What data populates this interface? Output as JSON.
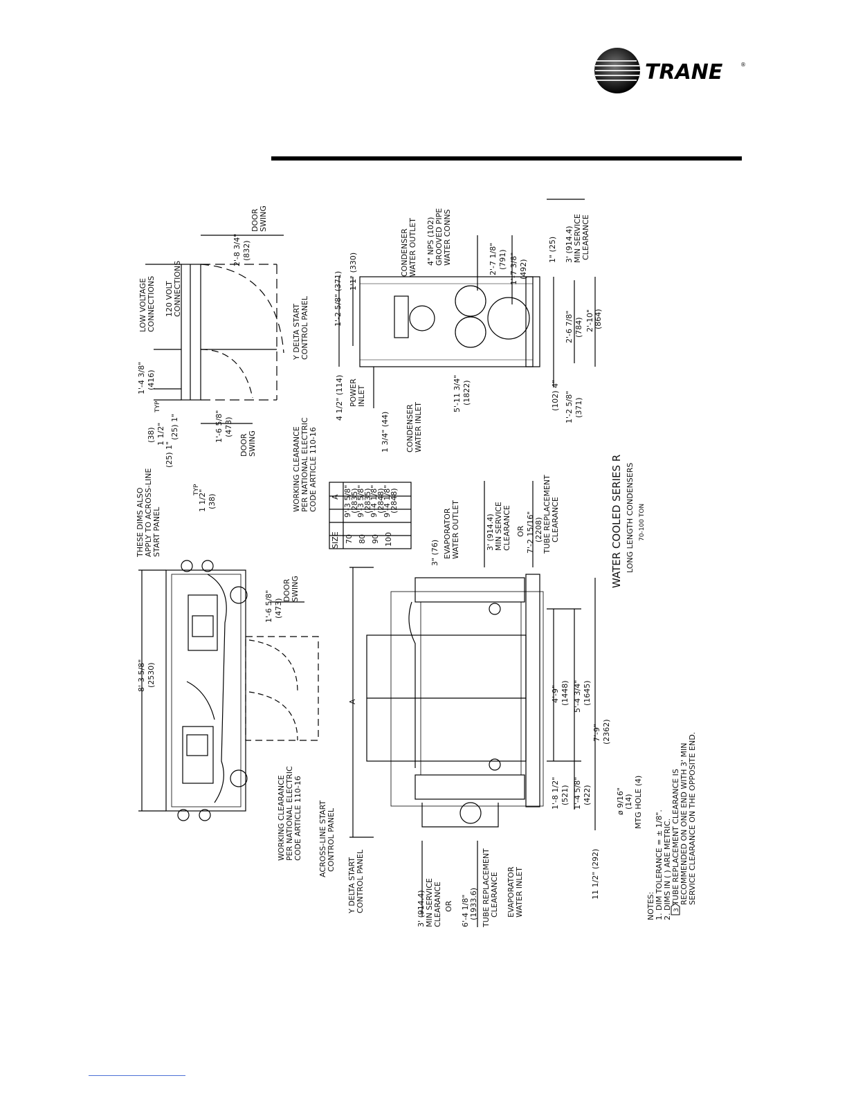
{
  "brand": {
    "logo_text": "TRANE",
    "trademark": "®"
  },
  "title": {
    "main": "WATER COOLED SERIES R",
    "sub1": "LONG LENGTH CONDENSERS",
    "sub2": "70-100 TON"
  },
  "notes": {
    "heading": "NOTES:",
    "items": [
      "1.  DIM TOLERANCE = ± 1/8\".",
      "2.  DIMS IN ( ) ARE METRIC.",
      "TUBE REPLACEMENT CLEARANCE IS",
      "RECOMMENDED ON ONE END WITH 3' MIN",
      "SERVICE CLEARANCE ON THE OPPOSITE END."
    ],
    "flag": "3"
  },
  "size_table": {
    "headers": [
      "SIZE",
      "A"
    ],
    "rows": [
      [
        "70",
        "9'-3 5/8\"",
        "(2835)"
      ],
      [
        "80",
        "9'-3 5/8\"",
        "(2835)"
      ],
      [
        "90",
        "9'-4 1/8\"",
        "(2848)"
      ],
      [
        "100",
        "9'-4 1/8\"",
        "(2848)"
      ]
    ]
  },
  "top_view": {
    "overall": "8'-3 5/8\"",
    "overall_mm": "(2530)",
    "door_swing_dim": "1'-6 5/8\"",
    "door_swing_mm": "(473)",
    "door_swing": "DOOR\nSWING",
    "working_clearance": [
      "WORKING CLEARANCE",
      "PER NATIONAL ELECTRIC",
      "CODE ARTICLE 110-16"
    ],
    "across_line": [
      "ACROSS-LINE START",
      "CONTROL PANEL"
    ],
    "y_delta": [
      "Y DELTA START",
      "CONTROL PANEL"
    ],
    "these_dims": [
      "THESE DIMS ALSO",
      "APPLY TO ACROSS-LINE",
      "START PANEL"
    ]
  },
  "panel_view": {
    "d1": "1 1/2\"",
    "d1_mm": "(38)",
    "typ": "TYP",
    "d2": "1\"",
    "d2_mm": "(25)",
    "d3": "1\"",
    "d3_mm": "(25)",
    "d4": "1 1/2\"",
    "d4_mm": "(38)",
    "d5": "1'-4 3/8\"",
    "d5_mm": "(416)",
    "low_voltage": [
      "LOW VOLTAGE",
      "CONNECTIONS"
    ],
    "v120": [
      "120 VOLT",
      "CONNECTIONS"
    ],
    "door_dim": "2'-8 3/4\"",
    "door_dim_mm": "(832)",
    "door_dim2": "1'-6 5/8\"",
    "door_dim2_mm": "(473)",
    "y_delta": [
      "Y DELTA START",
      "CONTROL PANEL"
    ],
    "working_clearance": [
      "WORKING CLEARANCE",
      "PER NATIONAL ELECTRIC",
      "CODE ARTICLE 110-16"
    ]
  },
  "front_view": {
    "a_label": "A",
    "top_clear": "3\" (76)",
    "evap_outlet": [
      "EVAPORATOR",
      "WATER OUTLET"
    ],
    "evap_inlet": [
      "EVAPORATOR",
      "WATER INLET"
    ],
    "right_clear": [
      "3' (914.4)",
      "MIN SERVICE",
      "CLEARANCE",
      "OR",
      "7'-2 15/16\"",
      "(2208)",
      "TUBE REPLACEMENT",
      "CLEARANCE"
    ],
    "left_clear": [
      "3' (914.4)",
      "MIN SERVICE",
      "CLEARANCE",
      "OR",
      "6'-4 1/8\"",
      "(1933.6)",
      "TUBE REPLACEMENT",
      "CLEARANCE"
    ],
    "d_4_9": "4'-9\"",
    "d_4_9_mm": "(1448)",
    "d_5_4": "5'-4 3/4\"",
    "d_5_4_mm": "(1645)",
    "d_7_9": "7'-9\"",
    "d_7_9_mm": "(2362)",
    "d_1_8": "1'-8 1/2\"",
    "d_1_8_mm": "(521)",
    "d_1_4": "1'-4 5/8\"",
    "d_1_4_mm": "(422)",
    "d_11": "11 1/2\" (292)",
    "mtg_hole": [
      "ø 9/16\"",
      "(14)",
      "MTG HOLE (4)"
    ],
    "y_delta": [
      "Y DELTA START",
      "CONTROL PANEL"
    ],
    "across_line": [
      "ACROSS-LINE START",
      "CONTROL PANEL"
    ]
  },
  "end_view": {
    "cond_outlet": [
      "CONDENSER",
      "WATER OUTLET"
    ],
    "cond_inlet": [
      "CONDENSER",
      "WATER INLET"
    ],
    "grooved": [
      "4\" NPS (102)",
      "GROOVED PIPE",
      "WATER CONNS"
    ],
    "power_inlet": [
      "POWER",
      "INLET"
    ],
    "d_4_5": "4 1/2\" (114)",
    "d_1_3": "1 3/4\" (44)",
    "d_1_2": "1'-2 5/8\" (371)",
    "d_1_1": "1'1\" (330)",
    "d_5_11": "5'-11 3/4\"",
    "d_5_11_mm": "(1822)",
    "d_2_7": "2'-7 1/8\"",
    "d_2_7_mm": "(791)",
    "d_1_7": "1'-7 3/8\"",
    "d_1_7_mm": "(492)",
    "d_1in": "1\" (25)",
    "d_3ft": [
      "3' (914.4)",
      "MIN SERVICE",
      "CLEARANCE"
    ],
    "d_102": "(102) 4\"",
    "d_1_2b": "1'-2 5/8\"",
    "d_1_2b_mm": "(371)",
    "d_2_6": "2'-6 7/8\"",
    "d_2_6_mm": "(784)",
    "d_2_10": "2'-10\"",
    "d_2_10_mm": "(864)"
  }
}
